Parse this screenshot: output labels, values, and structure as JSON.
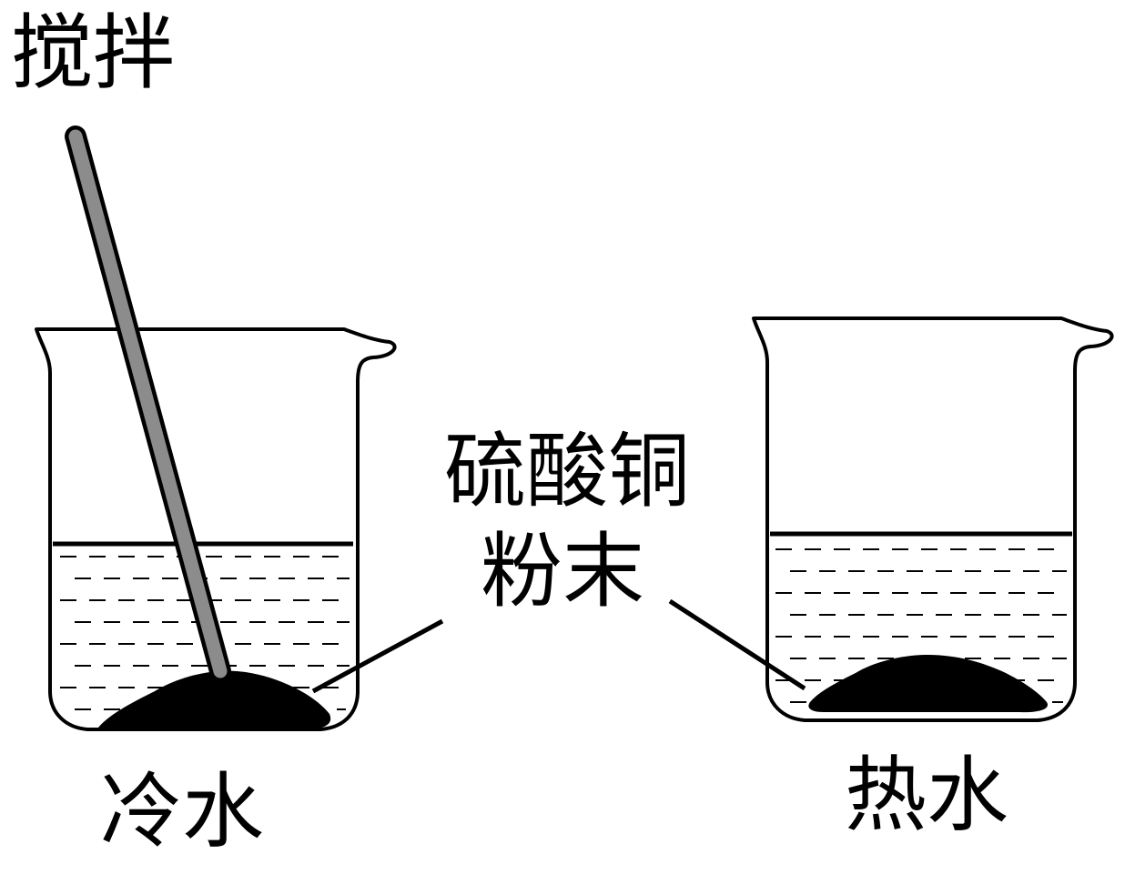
{
  "labels": {
    "stir": "搅拌",
    "powder_line1": "硫酸铜",
    "powder_line2": "粉末",
    "cold_water": "冷水",
    "hot_water": "热水"
  },
  "colors": {
    "stroke": "#000000",
    "rod_fill": "#8c8c8c",
    "powder": "#000000",
    "background": "#ffffff"
  }
}
